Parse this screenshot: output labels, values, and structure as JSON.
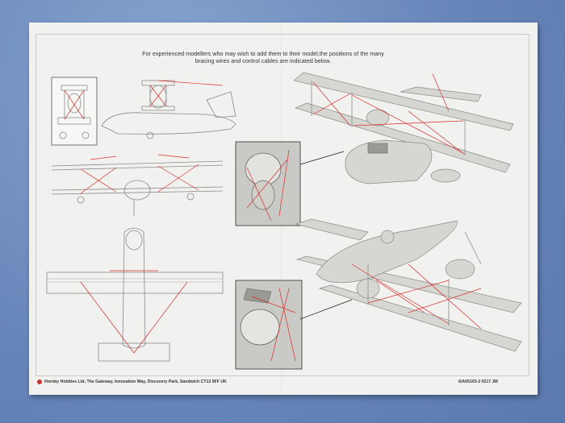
{
  "sheet": {
    "intro_text": "For experienced modellers who may wish to add them to their model,the positions of the many bracing wires and control cables are indicated below.",
    "publisher_text": "Hornby Hobbies Ltd, The Gateway, Innovation Way, Discovery Park, Sandwich CT13 9FF UK",
    "part_code": "6/A05103-2 0217 JM"
  },
  "colors": {
    "background": "#6f8fc0",
    "paper": "#f1f1ef",
    "wire_red": "#d9302a",
    "line_grey": "#8a8a8a"
  }
}
